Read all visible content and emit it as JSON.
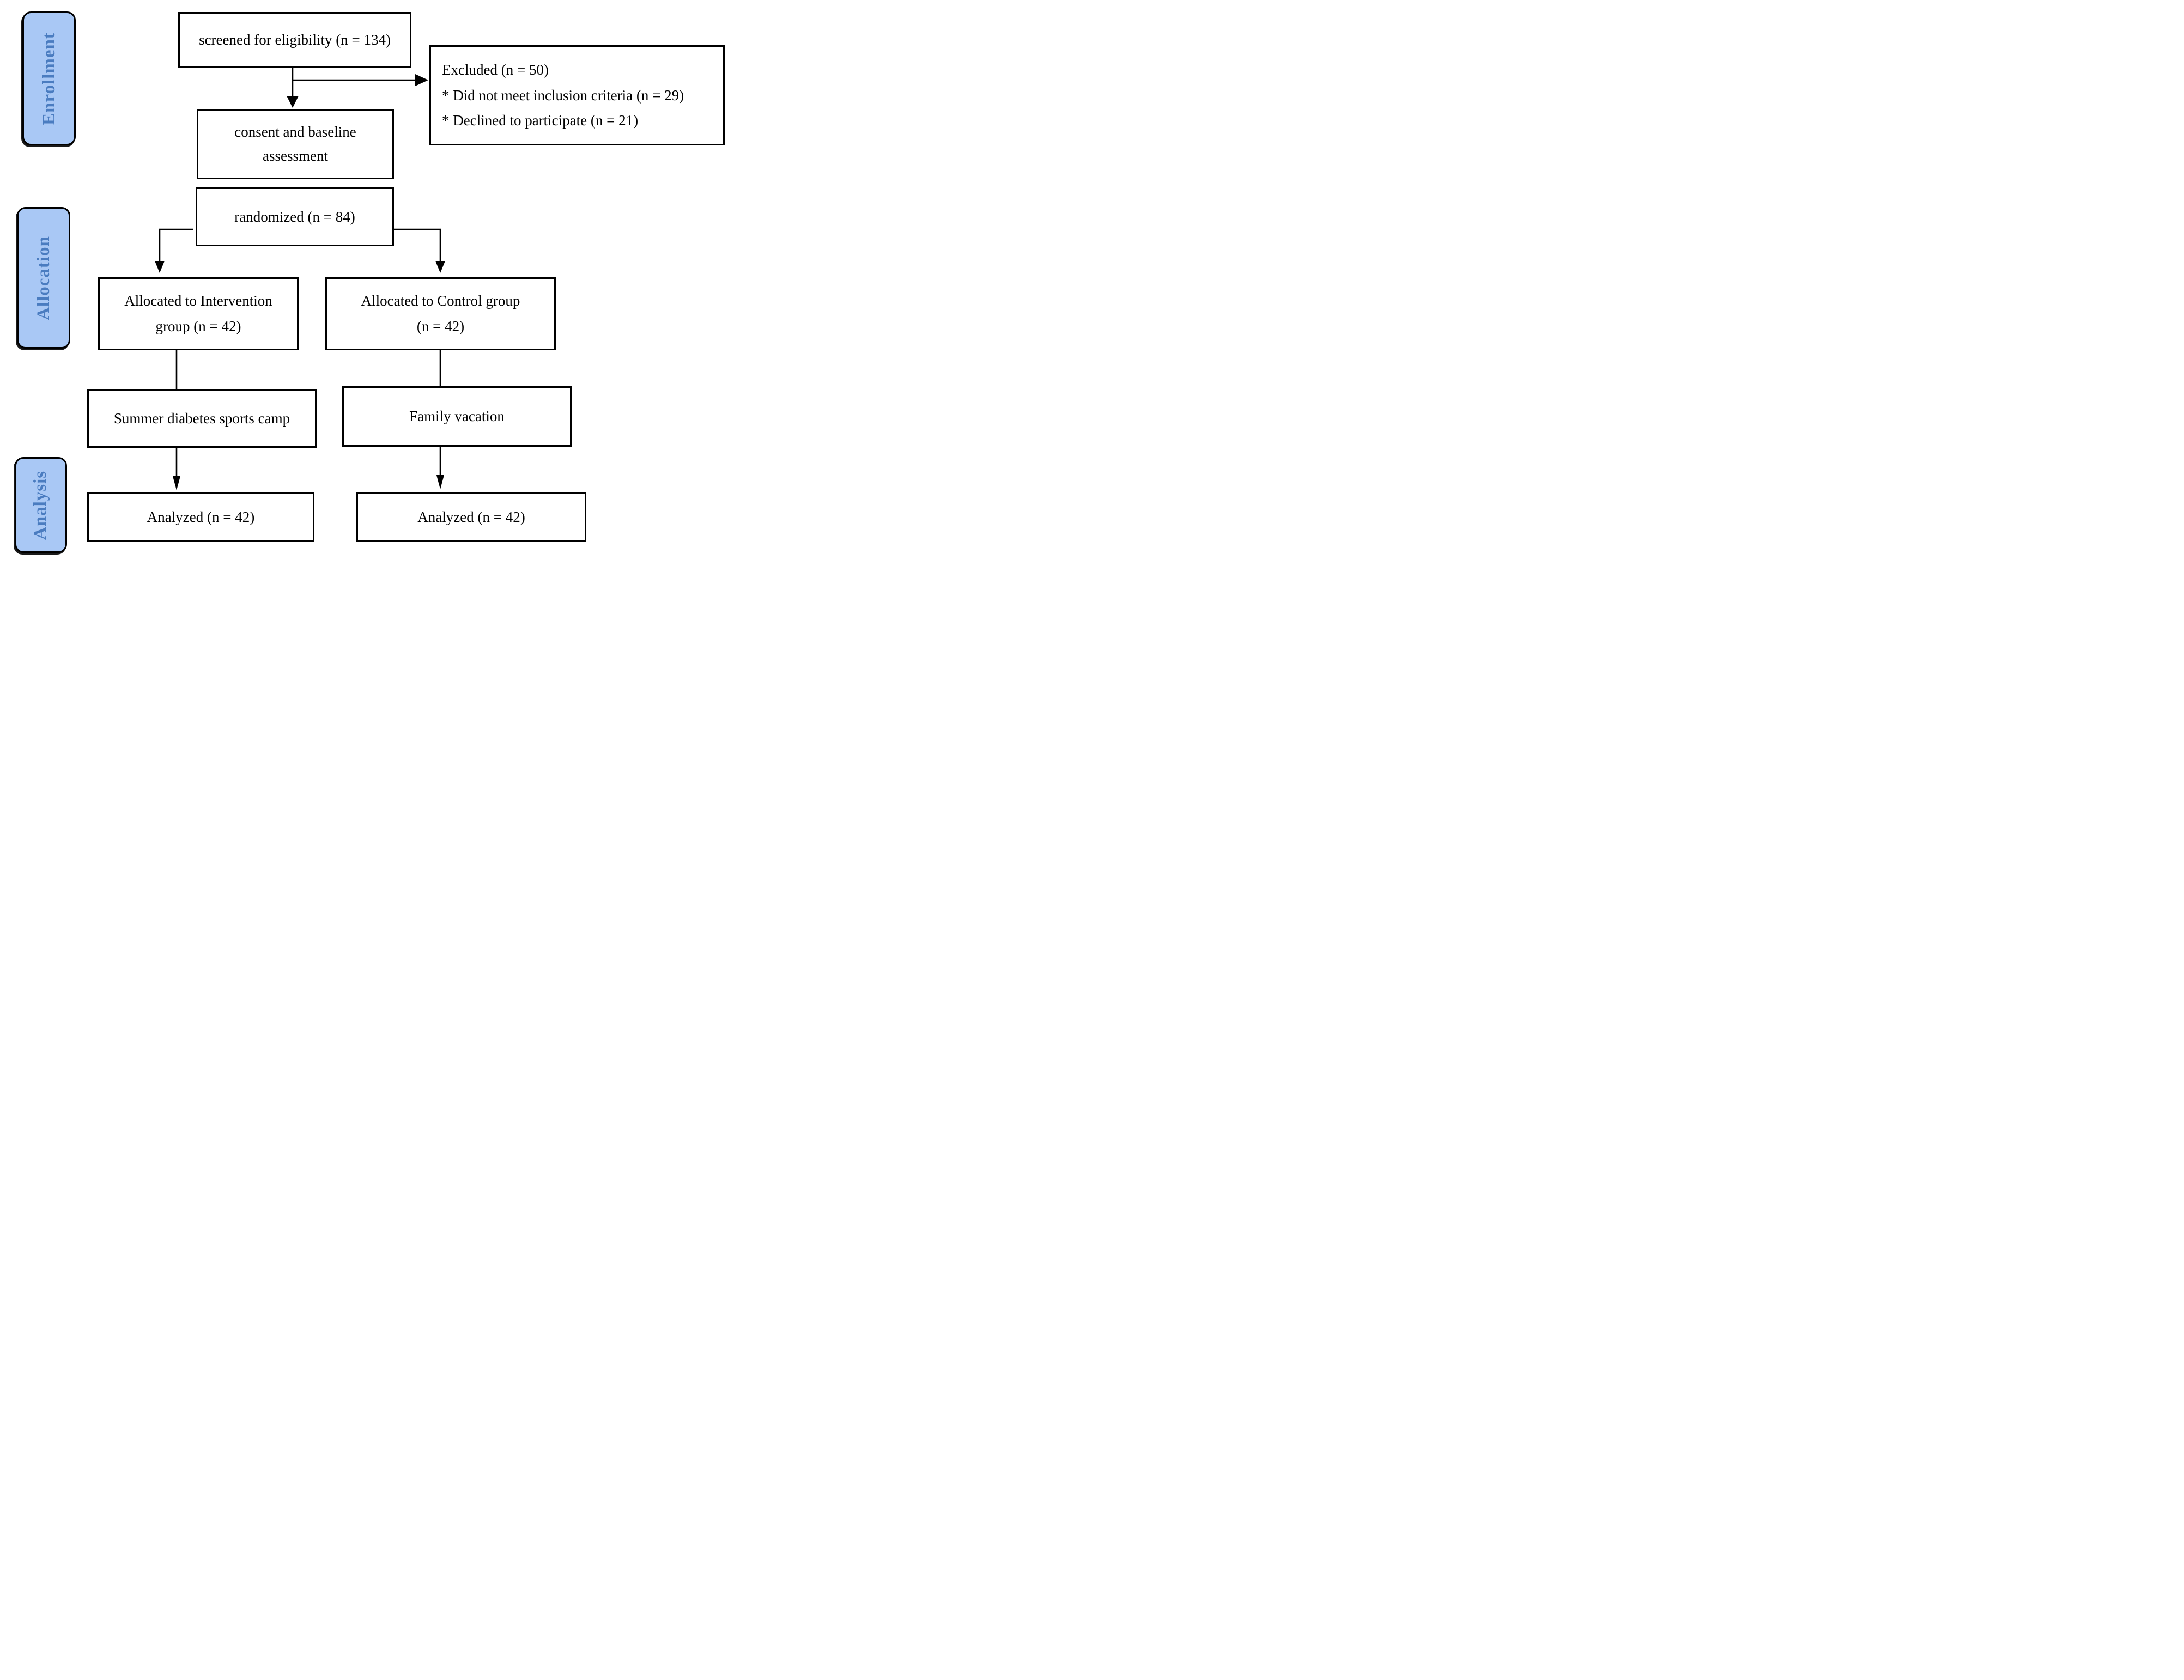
{
  "diagram": {
    "type": "consort-flowchart",
    "stages": [
      {
        "id": "enrollment",
        "label": "Enrollment"
      },
      {
        "id": "allocation",
        "label": "Allocation"
      },
      {
        "id": "analysis",
        "label": "Analysis"
      }
    ],
    "boxes": [
      {
        "id": "screened",
        "lines": [
          "screened for eligibility (n = 134)"
        ]
      },
      {
        "id": "excluded",
        "lines": [
          "Excluded (n = 50)",
          "* Did not meet inclusion criteria (n = 29)",
          "* Declined to participate (n = 21)"
        ]
      },
      {
        "id": "consent",
        "lines": [
          "consent and baseline",
          "assessment"
        ]
      },
      {
        "id": "randomized",
        "lines": [
          "randomized (n = 84)"
        ]
      },
      {
        "id": "intervention",
        "lines": [
          "Allocated to Intervention",
          "group (n = 42)"
        ]
      },
      {
        "id": "control",
        "lines": [
          "Allocated to Control group",
          "(n = 42)"
        ]
      },
      {
        "id": "camp",
        "lines": [
          "Summer diabetes sports camp"
        ]
      },
      {
        "id": "vacation",
        "lines": [
          "Family vacation"
        ]
      },
      {
        "id": "analyzed_left",
        "lines": [
          "Analyzed (n = 42)"
        ]
      },
      {
        "id": "analyzed_right",
        "lines": [
          "Analyzed (n = 42)"
        ]
      }
    ],
    "colors": {
      "stage_fill": "#a9c8f5",
      "stage_text": "#4a7cc0",
      "box_fill": "#ffffff",
      "line": "#000000",
      "background": "#ffffff"
    }
  }
}
